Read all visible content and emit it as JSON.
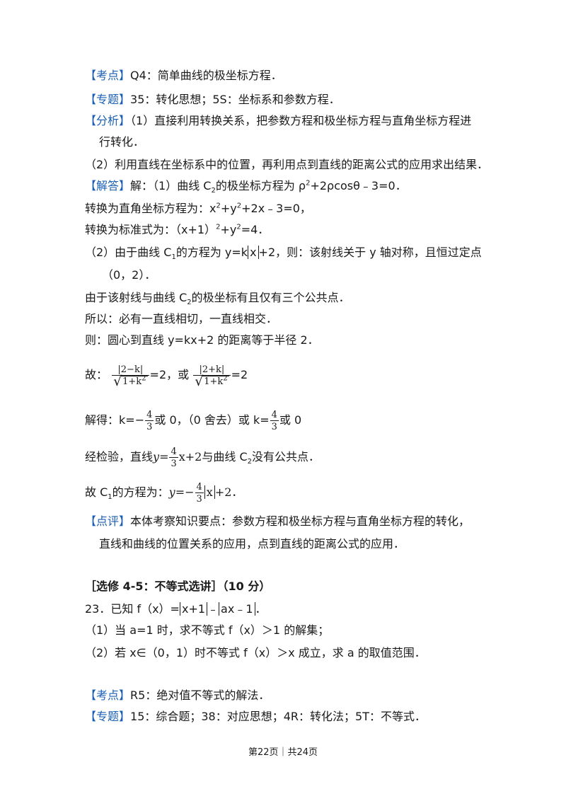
{
  "l1": {
    "tag": "【考点】",
    "text": "Q4：简单曲线的极坐标方程．"
  },
  "l2": {
    "tag": "【专题】",
    "text": "35：转化思想；5S：坐标系和参数方程．"
  },
  "l3": {
    "tag": "【分析】",
    "text": "（1）直接利用转换关系，把参数方程和极坐标方程与直角坐标方程进"
  },
  "l3b": "行转化．",
  "l4": "（2）利用直线在坐标系中的位置，再利用点到直线的距离公式的应用求出结果．",
  "l5": {
    "tag": "【解答】",
    "a": "解：（1）曲线 C",
    "sub": "2",
    "b": "的极坐标方程为 ρ",
    "sup": "2",
    "c": "+2ρcosθ﹣3=0．"
  },
  "l6": {
    "a": "转换为直角坐标方程为：x",
    "sup1": "2",
    "b": "+y",
    "sup2": "2",
    "c": "+2x﹣3=0，"
  },
  "l7": {
    "a": "转换为标准式为：（x+1）",
    "sup1": "2",
    "b": "+y",
    "sup2": "2",
    "c": "=4．"
  },
  "l8": {
    "a": "（2）由于曲线 C",
    "sub": "1",
    "b": "的方程为 y=k",
    "abs": "x",
    "c": "+2，则：该射线关于 y 轴对称，且恒过定点"
  },
  "l8b": "（0，2）．",
  "l9": {
    "a": "由于该射线与曲线 C",
    "sub": "2",
    "b": "的极坐标有且仅有三个公共点．"
  },
  "l10": "所以：必有一直线相切，一直线相交．",
  "l11": "则：圆心到直线 y=kx+2 的距离等于半径 2．",
  "l12": {
    "a": "故：",
    "num1": "|2−k|",
    "den1": "1+k",
    "den1sup": "2",
    "eq1": "=2，或",
    "num2": "|2+k|",
    "den2": "1+k",
    "den2sup": "2",
    "eq2": "=2"
  },
  "l13": {
    "a": "解得：k=",
    "neg": "−",
    "num1": "4",
    "den1": "3",
    "b": "或 0，（0 舍去）或 k=",
    "num2": "4",
    "den2": "3",
    "c": "或 0"
  },
  "l14": {
    "a": "经检验，直线",
    "y": "y",
    "eq": "=",
    "num": "4",
    "den": "3",
    "b": "x+2",
    "c": "与曲线 C",
    "sub": "2",
    "d": "没有公共点．"
  },
  "l15": {
    "a": "故 C",
    "sub": "1",
    "b": "的方程为：",
    "y": "y",
    "eq": "=−",
    "num": "4",
    "den": "3",
    "abs": "x",
    "c": "+2．"
  },
  "l16": {
    "tag": "【点评】",
    "text": "本体考察知识要点：参数方程和极坐标方程与直角坐标方程的转化，"
  },
  "l16b": "直线和曲线的位置关系的应用，点到直线的距离公式的应用．",
  "l17": "［选修 4-5：不等式选讲］（10 分）",
  "l18": {
    "a": "23．已知 f（x）=",
    "abs1": "x+1",
    "b": "﹣",
    "abs2": "ax﹣1",
    "c": "．"
  },
  "l19": "（1）当 a=1 时，求不等式 f（x）＞1 的解集；",
  "l20": "（2）若 x∈（0，1）时不等式 f（x）＞x 成立，求 a 的取值范围．",
  "l21": {
    "tag": "【考点】",
    "text": "R5：绝对值不等式的解法．"
  },
  "l22": {
    "tag": "【专题】",
    "text": "15：综合题；38：对应思想；4R：转化法；5T：不等式．"
  },
  "footer": "第22页｜共24页"
}
